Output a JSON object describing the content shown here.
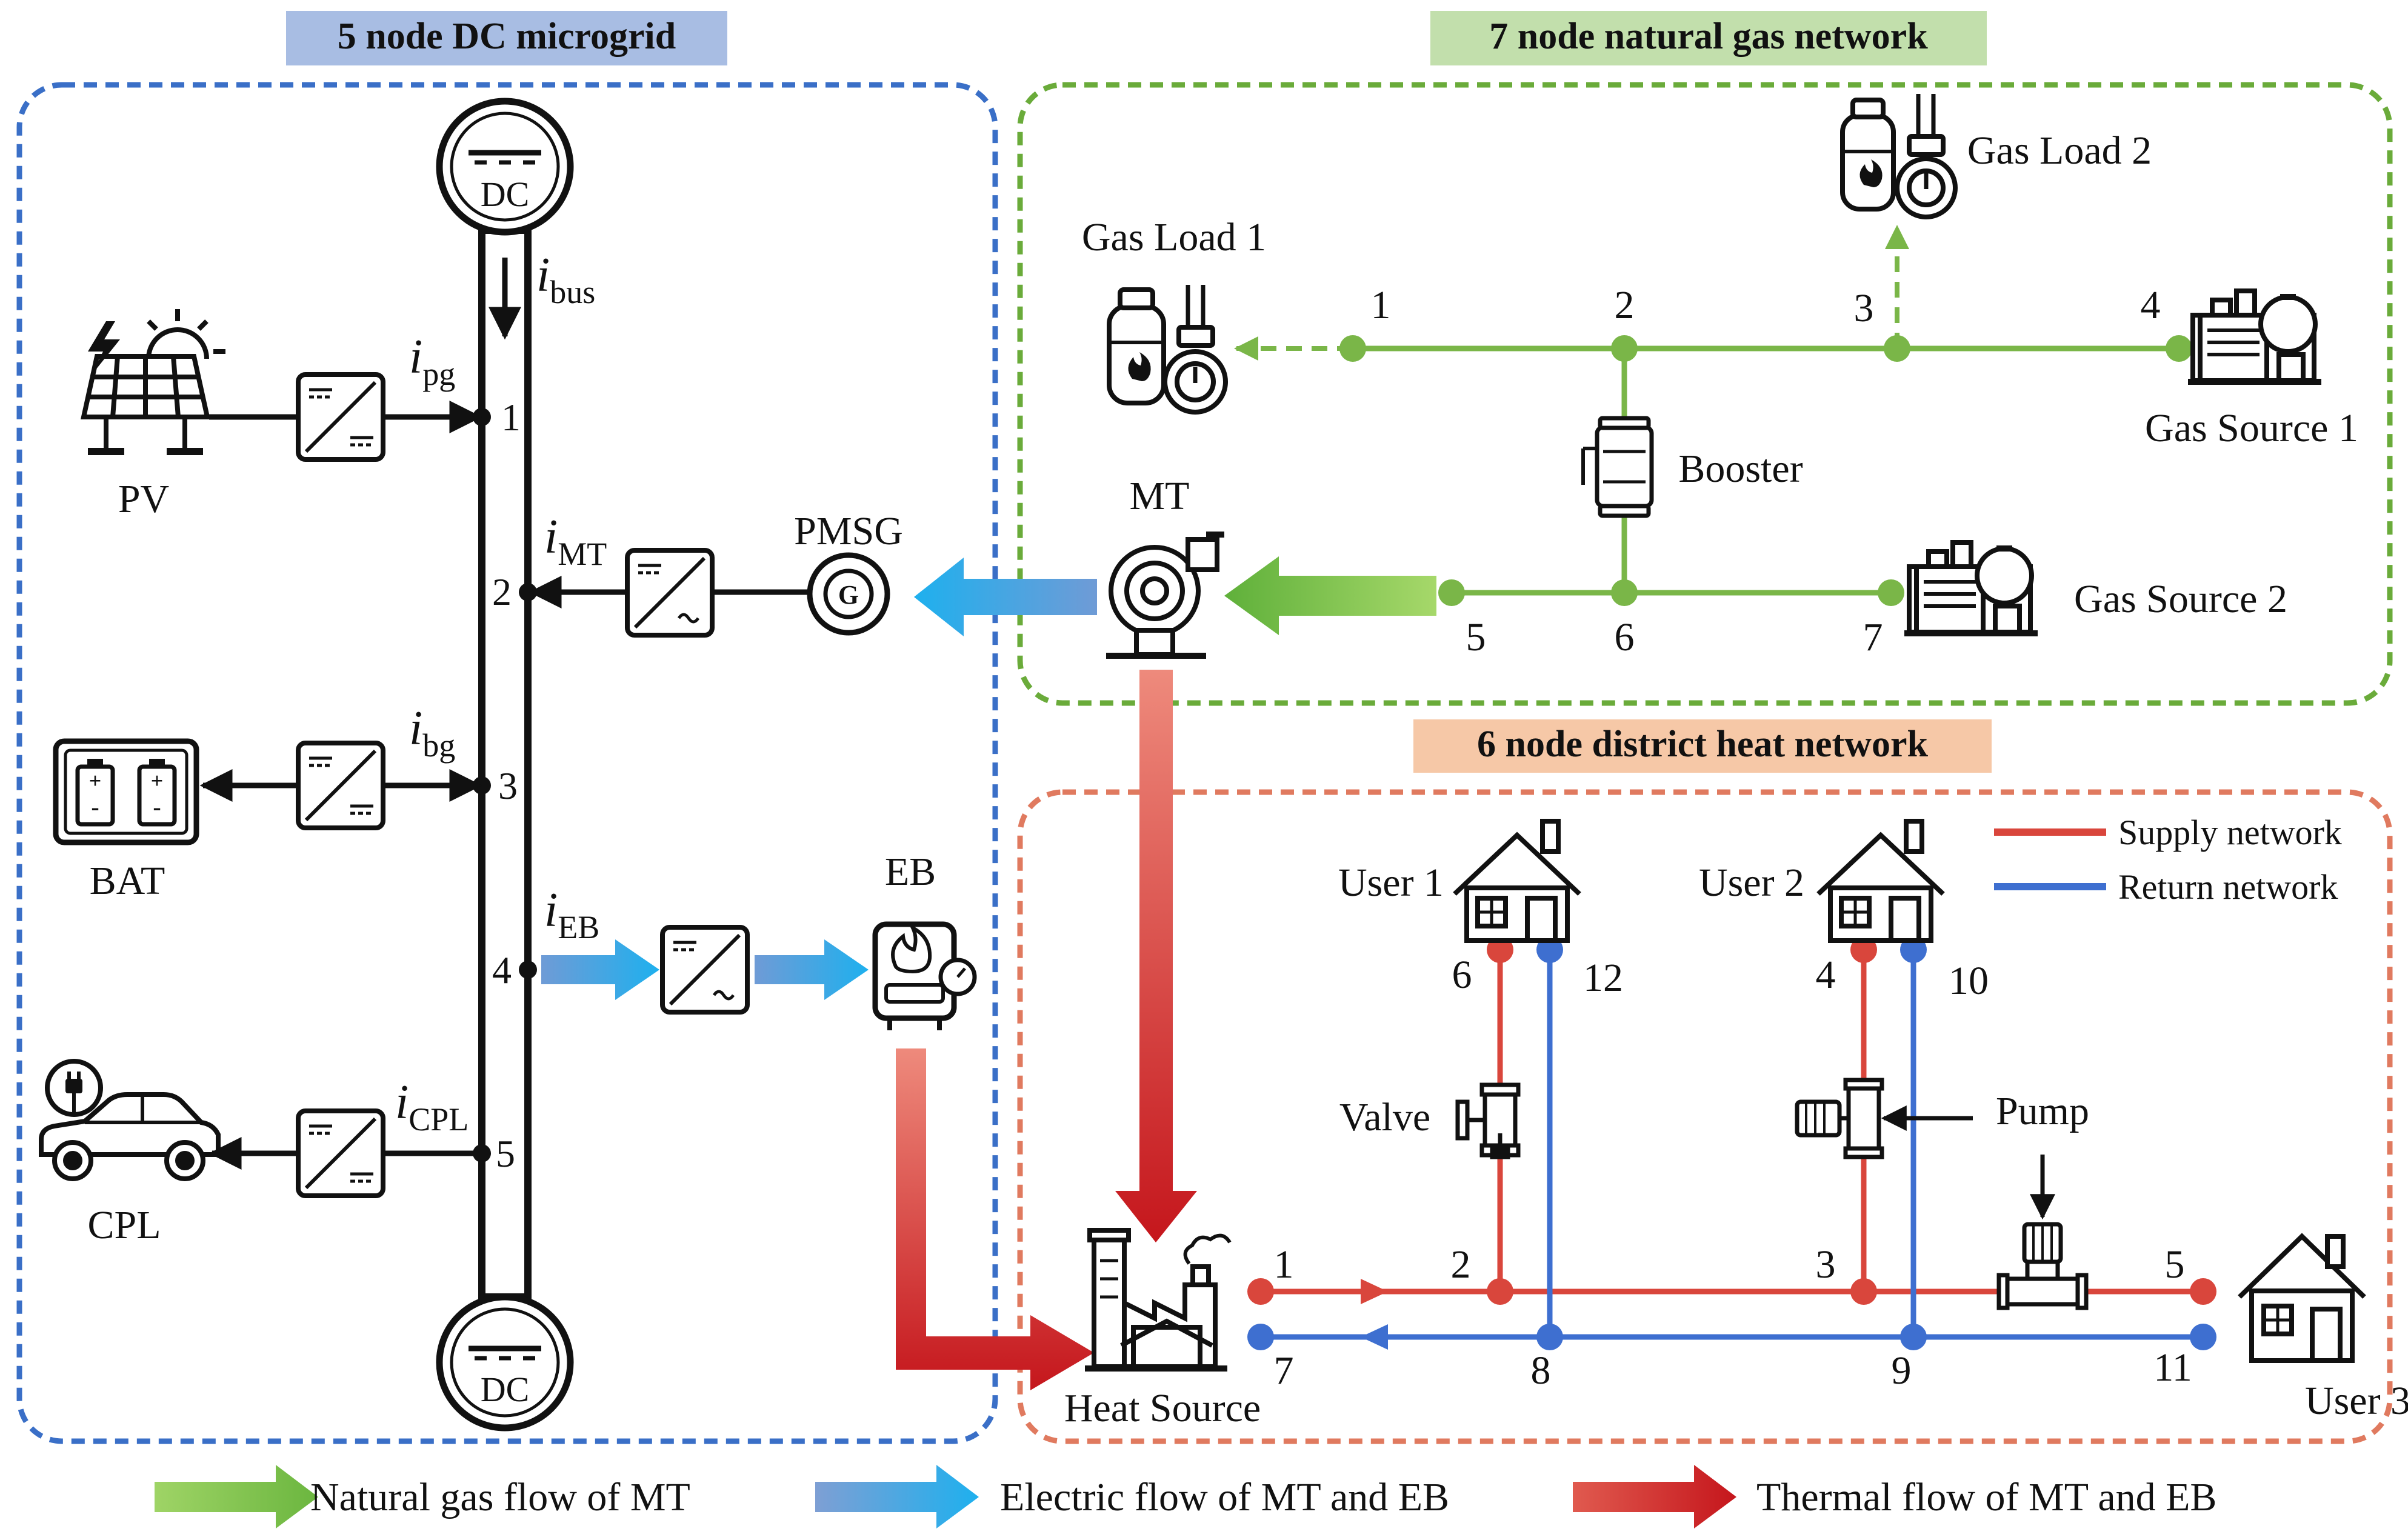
{
  "titles": {
    "dc": "5 node DC microgrid",
    "gas": "7 node natural gas network",
    "heat": "6 node district heat network"
  },
  "colors": {
    "dc_box": "#3a6fc7",
    "dc_title_bg": "#a8bde3",
    "gas_box": "#6aab3a",
    "gas_title_bg": "#c2dfac",
    "heat_box": "#e07a5f",
    "heat_title_bg": "#f6c8a7",
    "gas_line": "#7ab648",
    "supply": "#d9463c",
    "return": "#3e6fd0",
    "gas_arrow": "#7cc444",
    "elec_arrow": "#2ea4e3",
    "thermal_arrow": "#c5161c"
  },
  "dc": {
    "bus_symbol": "DC",
    "bus_current": {
      "main": "i",
      "sub": "bus"
    },
    "nodes": [
      "1",
      "2",
      "3",
      "4",
      "5"
    ],
    "pv": "PV",
    "bat": "BAT",
    "cpl": "CPL",
    "pmsg": "PMSG",
    "eb": "EB",
    "generator_symbol": "G",
    "currents": {
      "pg": {
        "main": "i",
        "sub": "pg"
      },
      "mt": {
        "main": "i",
        "sub": "MT"
      },
      "bg": {
        "main": "i",
        "sub": "bg"
      },
      "eb": {
        "main": "i",
        "sub": "EB"
      },
      "cpl": {
        "main": "i",
        "sub": "CPL"
      }
    }
  },
  "gas": {
    "mt": "MT",
    "load1": "Gas Load 1",
    "load2": "Gas Load 2",
    "source1": "Gas Source 1",
    "source2": "Gas Source 2",
    "booster": "Booster",
    "nodes": [
      "1",
      "2",
      "3",
      "4",
      "5",
      "6",
      "7"
    ]
  },
  "heat": {
    "user1": "User 1",
    "user2": "User 2",
    "user3": "User 3",
    "heat_source": "Heat Source",
    "valve": "Valve",
    "pump": "Pump",
    "legend_supply": "Supply network",
    "legend_return": "Return network",
    "nodes": [
      "1",
      "2",
      "3",
      "4",
      "5",
      "6",
      "7",
      "8",
      "9",
      "10",
      "11",
      "12"
    ]
  },
  "legend": {
    "gas_flow": "Natural gas flow of MT",
    "elec_flow": "Electric flow of MT and EB",
    "thermal_flow": "Thermal flow of MT and EB"
  }
}
